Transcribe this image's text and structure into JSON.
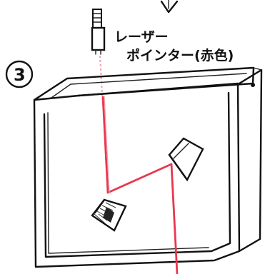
{
  "step_number": "3",
  "labels": {
    "line1": "レーザー",
    "line2": "ポインター(赤色)"
  },
  "colors": {
    "ink": "#111111",
    "laser": "#e8384f",
    "laser_faint": "#f2a0ab"
  },
  "icons": {
    "arrow": "down-arrow-icon",
    "laser_pointer": "laser-pointer-icon",
    "mirror": "mirror-icon"
  }
}
